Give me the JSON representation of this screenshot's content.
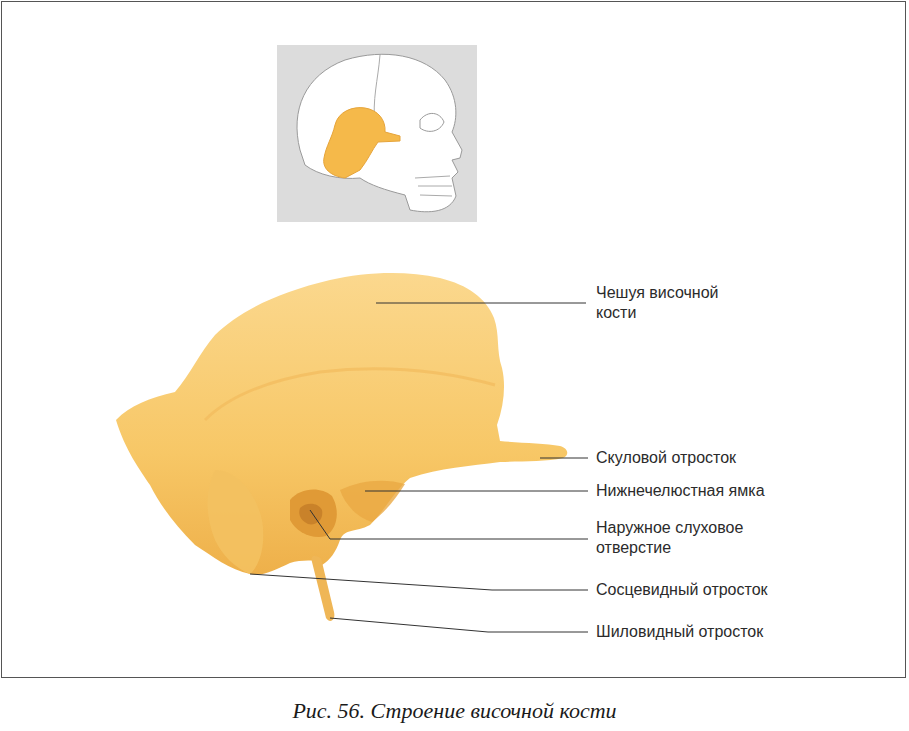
{
  "diagram": {
    "caption": "Рис. 56. Строение височной кости",
    "labels": [
      "Чешуя височной кости",
      "Скуловой отросток",
      "Нижнечелюстная ямка",
      "Наружное слуховое отверстие",
      "Сосцевидный отросток",
      "Шиловидный отросток"
    ]
  }
}
